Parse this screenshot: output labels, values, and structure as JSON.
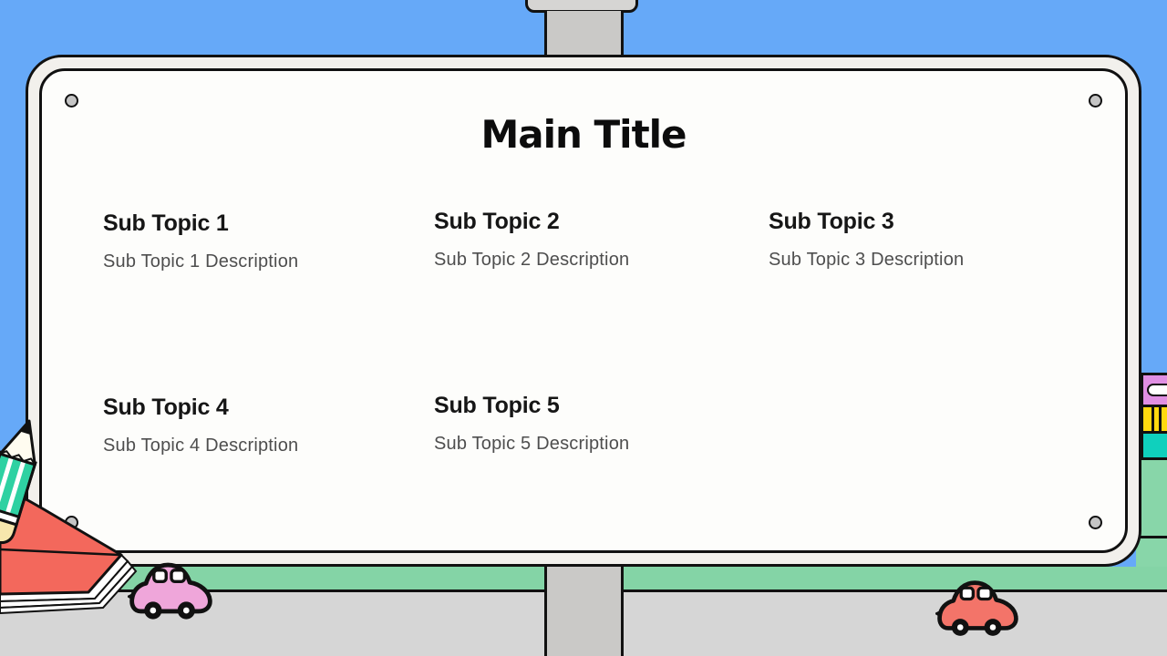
{
  "slide": {
    "title": "Main Title",
    "topics": [
      {
        "title": "Sub Topic 1",
        "description": "Sub Topic 1 Description"
      },
      {
        "title": "Sub Topic 2",
        "description": "Sub Topic 2 Description"
      },
      {
        "title": "Sub Topic 3",
        "description": "Sub Topic 3 Description"
      },
      {
        "title": "Sub Topic 4",
        "description": "Sub Topic 4 Description"
      },
      {
        "title": "Sub Topic 5",
        "description": "Sub Topic 5 Description"
      }
    ]
  },
  "colors": {
    "sky": "#66a9f8",
    "grass": "#84d4a6",
    "road": "#d6d6d6",
    "pole": "#cac9c7",
    "board_frame": "#f2f0ec",
    "board_face": "#fdfdfb",
    "outline": "#111111",
    "bolt": "#c5c5c5",
    "pencil_body": "#2ed1a2",
    "pencil_wood": "#fffcf0",
    "pencil_eraser": "#f7e7ac",
    "notebook_cover": "#f3685c",
    "car_pink": "#efa6da",
    "car_red": "#f37469",
    "headlight": "#ffd115",
    "book_pink": "#e08fe3",
    "book_yellow": "#ffd90f",
    "book_teal": "#0fd0bd"
  }
}
